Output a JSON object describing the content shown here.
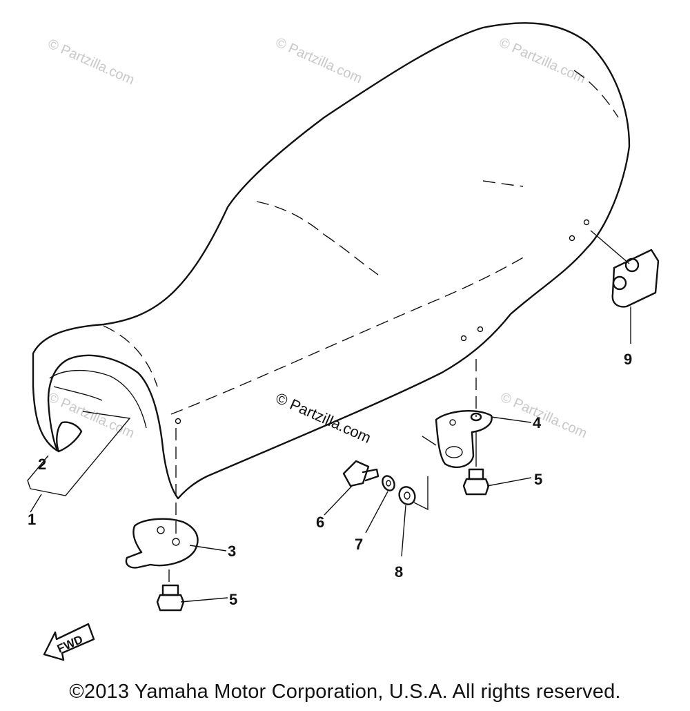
{
  "watermarks": {
    "w1": "© Partzilla.com",
    "w2": "© Partzilla.com",
    "w3": "© Partzilla.com",
    "w4": "© Partzilla.com",
    "w5": "© Partzilla.com",
    "center": "© Partzilla.com"
  },
  "callouts": {
    "c1": "1",
    "c2": "2",
    "c3": "3",
    "c4": "4",
    "c5a": "5",
    "c5b": "5",
    "c6": "6",
    "c7": "7",
    "c8": "8",
    "c9": "9"
  },
  "fwd_label": "FWD",
  "copyright": "©2013 Yamaha Motor Corporation, U.S.A. All rights reserved."
}
